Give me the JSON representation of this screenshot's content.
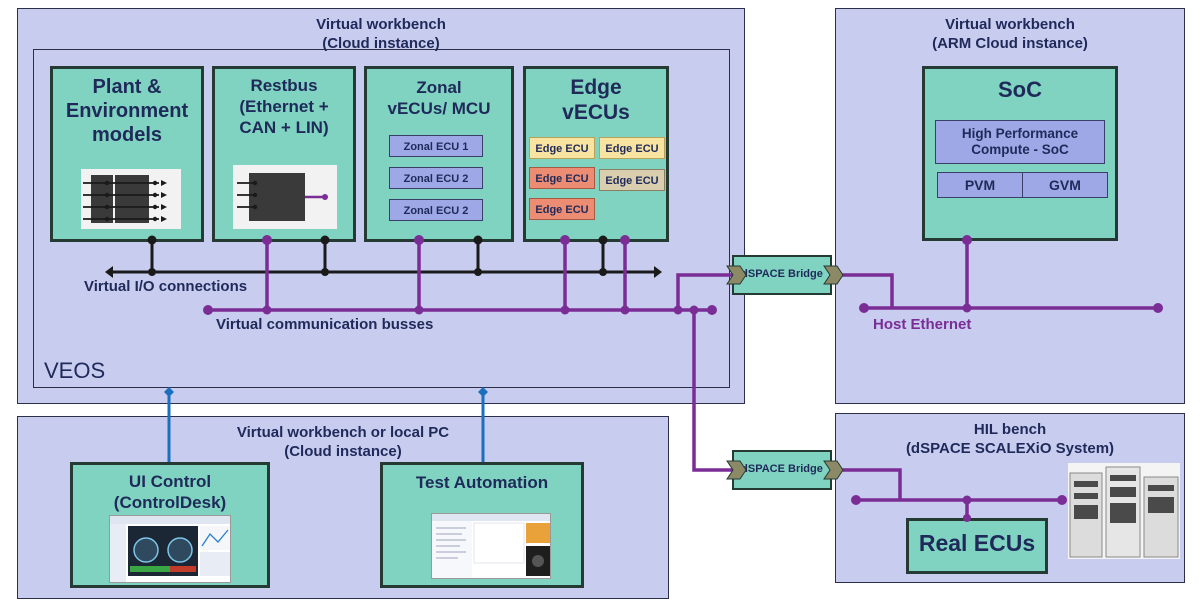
{
  "colors": {
    "panel_bg": "#c8cdef",
    "box_bg": "#7fd3c0",
    "purple_bus": "#7b2d96",
    "black_bus": "#1a1a1a",
    "blue_link": "#1a6fbf",
    "text": "#1f2a5a"
  },
  "veos_workbench": {
    "title_line1": "Virtual workbench",
    "title_line2": "(Cloud instance)",
    "inner_label": "VEOS",
    "boxes": {
      "plant": {
        "line1": "Plant &",
        "line2": "Environment",
        "line3": "models"
      },
      "restbus": {
        "line1": "Restbus",
        "line2": "(Ethernet +",
        "line3": "CAN + LIN)"
      },
      "zonal": {
        "line1": "Zonal",
        "line2": "vECUs/ MCU",
        "ecus": [
          "Zonal ECU 1",
          "Zonal ECU 2",
          "Zonal ECU 2"
        ]
      },
      "edge": {
        "line1": "Edge",
        "line2": "vECUs",
        "ecus": [
          "Edge ECU",
          "Edge ECU",
          "Edge ECU",
          "Edge ECU",
          "Edge ECU"
        ]
      }
    },
    "io_label": "Virtual I/O connections",
    "comm_label": "Virtual communication busses"
  },
  "arm_workbench": {
    "title_line1": "Virtual workbench",
    "title_line2": "(ARM Cloud instance)",
    "soc_title": "SoC",
    "hpc_line1": "High Performance",
    "hpc_line2": "Compute - SoC",
    "pvm": "PVM",
    "gvm": "GVM",
    "host_ethernet": "Host Ethernet"
  },
  "bridges": {
    "top": "dSPACE Bridge",
    "bottom": "dSPACE Bridge"
  },
  "local_pc": {
    "title_line1": "Virtual workbench or local PC",
    "title_line2": "(Cloud instance)",
    "ui_control_line1": "UI Control",
    "ui_control_line2": "(ControlDesk)",
    "test_automation": "Test Automation"
  },
  "hil_bench": {
    "title_line1": "HIL bench",
    "title_line2": "(dSPACE SCALEXiO System)",
    "real_ecus": "Real ECUs"
  }
}
